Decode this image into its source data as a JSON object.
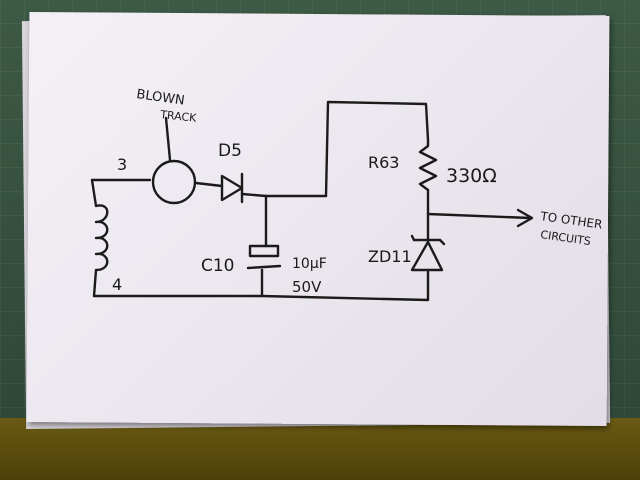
{
  "labels": {
    "blown_track_line1": "BLOWN",
    "blown_track_line2": "TRACK",
    "pin3": "3",
    "pin4": "4",
    "diode": "D5",
    "capacitor": "C10",
    "cap_value_line1": "10μF",
    "cap_value_line2": "50V",
    "resistor": "R63",
    "resistor_value": "330Ω",
    "zener": "ZD11",
    "output_line1": "TO OTHER",
    "output_line2": "CIRCUITS"
  },
  "colors": {
    "ink": "#1b1b1b",
    "paper": "#f1eef4",
    "mat": "#344f3e",
    "desk": "#5d4e10"
  }
}
